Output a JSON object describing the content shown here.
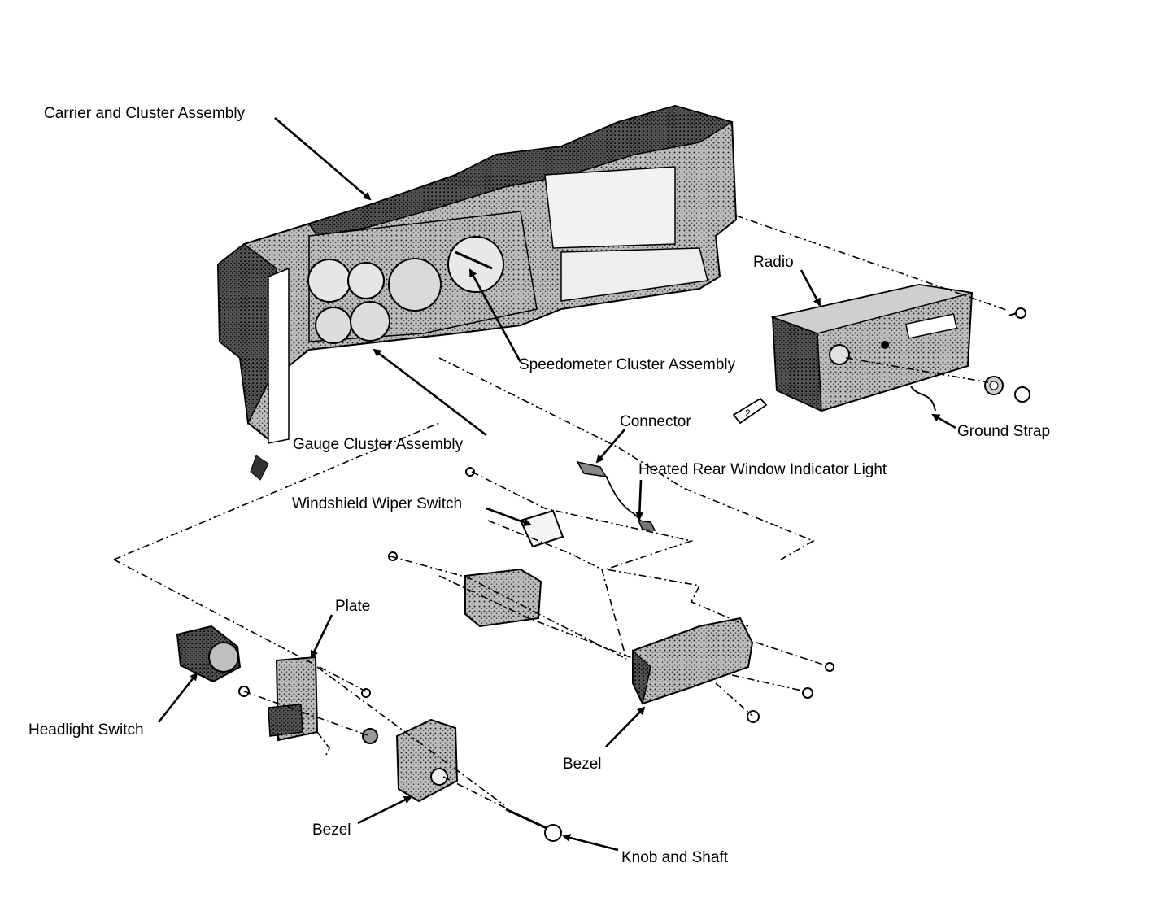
{
  "diagram": {
    "labels": {
      "carrier_cluster": "Carrier and Cluster Assembly",
      "radio": "Radio",
      "speedometer": "Speedometer Cluster Assembly",
      "connector": "Connector",
      "ground_strap": "Ground Strap",
      "gauge_cluster": "Gauge Cluster Assembly",
      "heated_rear": "Heated Rear Window Indicator Light",
      "wiper_switch": "Windshield Wiper Switch",
      "plate": "Plate",
      "headlight_switch": "Headlight Switch",
      "bezel_right": "Bezel",
      "bezel_left": "Bezel",
      "knob_shaft": "Knob and Shaft"
    },
    "badge": "2"
  }
}
